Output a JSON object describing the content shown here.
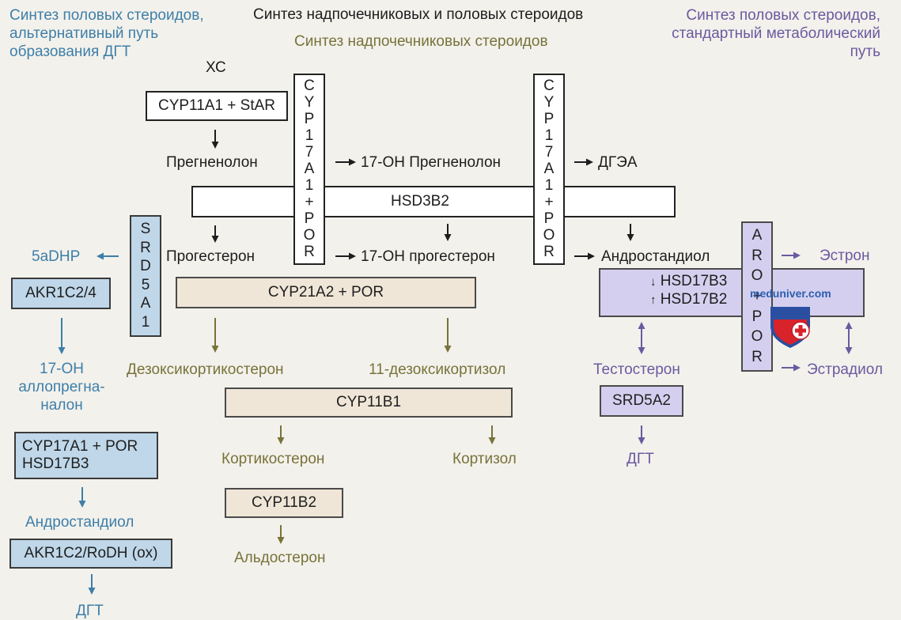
{
  "headers": {
    "left": "Синтез половых стероидов, альтернативный путь образования ДГТ",
    "left_lines": [
      "Синтез половых стероидов,",
      "альтернативный путь",
      "образования ДГТ"
    ],
    "center_top": "Синтез надпочечниковых и половых стероидов",
    "center_sub": "Синтез надпочечниковых стероидов",
    "right_lines": [
      "Синтез половых стероидов,",
      "стандартный метаболический",
      "путь"
    ]
  },
  "nodes": {
    "xc": "ХС",
    "cyp11a1": "CYP11A1 + StAR",
    "pregnenolone": "Прегненолон",
    "oh17_pregnenolone": "17-ОН Прегненолон",
    "dhea": "ДГЭА",
    "hsd3b2": "HSD3B2",
    "progesterone": "Прогестерон",
    "oh17_progesterone": "17-ОН прогестерон",
    "androstenediol": "Андростандиол",
    "estrone": "Эстрон",
    "estradiol": "Эстрадиол",
    "hsd17b3": "HSD17B3",
    "hsd17b2": "HSD17B2",
    "cyp21a2": "CYP21A2 + POR",
    "deoxycorticosterone": "Дезоксикортикостерон",
    "deoxycortisol": "11-дезоксикортизол",
    "cyp11b1": "CYP11B1",
    "corticosterone": "Кортикостерон",
    "cortisol": "Кортизол",
    "cyp11b2": "CYP11B2",
    "aldosterone": "Альдостерон",
    "testosterone": "Тестостерон",
    "srd5a2": "SRD5A2",
    "dht_right": "ДГТ",
    "dhp5a": "5aDHP",
    "akr1c24": "AKR1C2/4",
    "oh17_allopregnanolone_lines": [
      "17-ОН",
      "аллопрегна-",
      "налон"
    ],
    "cyp17a1_por_hsd17b3_lines": [
      "CYP17A1 + POR",
      "HSD17B3"
    ],
    "androstanediol_left": "Андростандиол",
    "akr1c2_rodh": "AKR1C2/RoDH (ox)",
    "dht_left": "ДГТ"
  },
  "vertical_labels": {
    "cyp17a1_por_1": [
      "C",
      "Y",
      "P",
      "1",
      "7",
      "A",
      "1",
      "+",
      "P",
      "O",
      "R"
    ],
    "cyp17a1_por_2": [
      "C",
      "Y",
      "P",
      "1",
      "7",
      "A",
      "1",
      "+",
      "P",
      "O",
      "R"
    ],
    "srd5a1": [
      "S",
      "R",
      "D",
      "5",
      "A",
      "1"
    ],
    "aro_por": [
      "A",
      "R",
      "O",
      "+",
      "P",
      "O",
      "R"
    ]
  },
  "watermark": "meduniver.com",
  "colors": {
    "blue": "#3d7fa8",
    "olive": "#77733a",
    "purple": "#6a5aa0",
    "black": "#1d1d1d",
    "blue_box": "#bfd7e9",
    "olive_box": "#efe6d7",
    "purple_box": "#d5cfef"
  }
}
